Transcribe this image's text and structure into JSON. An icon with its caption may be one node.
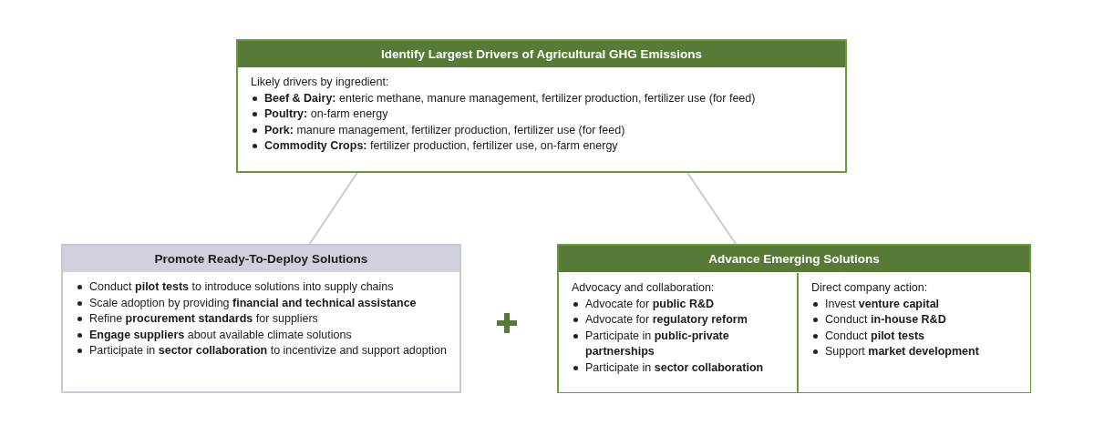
{
  "diagram": {
    "nodes": [
      {
        "text": [
          "Identify Largest Drivers of Agricultural GHG Emissions",
          "Likely drivers by ingredient:",
          "**Beef & Dairy:** enteric methane, manure management, fertilizer production, fertilizer use (for feed)",
          "**Poultry:** on-farm energy",
          "**Pork:** manure management, fertilizer production, fertilizer use (for feed)",
          "**Commodity Crops:** fertilizer production, fertilizer use, on-farm energy"
        ]
      },
      {
        "text": [
          "Promote Ready-To-Deploy Solutions",
          "Conduct **pilot tests** to introduce solutions into supply chains",
          "Scale adoption by providing **financial and technical assistance**",
          "Refine **procurement standards** for suppliers",
          "**Engage suppliers** about available climate solutions",
          "Participate in **sector collaboration** to incentivize and support adoption"
        ]
      },
      {
        "text": [
          "Advance Emerging Solutions"
        ]
      },
      {
        "text": [
          "Advocacy and collaboration:",
          "Advocate for **public R&D**",
          "Advocate for **regulatory reform**",
          "Participate in **public-private partnerships**",
          "Participate in **sector collaboration**"
        ],
        "in": 2
      },
      {
        "text": [
          "Direct company action:",
          "Invest **venture capital**",
          "Conduct **in-house R&D**",
          "Conduct **pilot tests**",
          "Support **market development**"
        ],
        "in": 2
      }
    ],
    "edges": [
      {
        "from": 0,
        "to": 1,
        "arrow": "none"
      },
      {
        "from": 0,
        "to": 2,
        "arrow": "none"
      }
    ]
  }
}
